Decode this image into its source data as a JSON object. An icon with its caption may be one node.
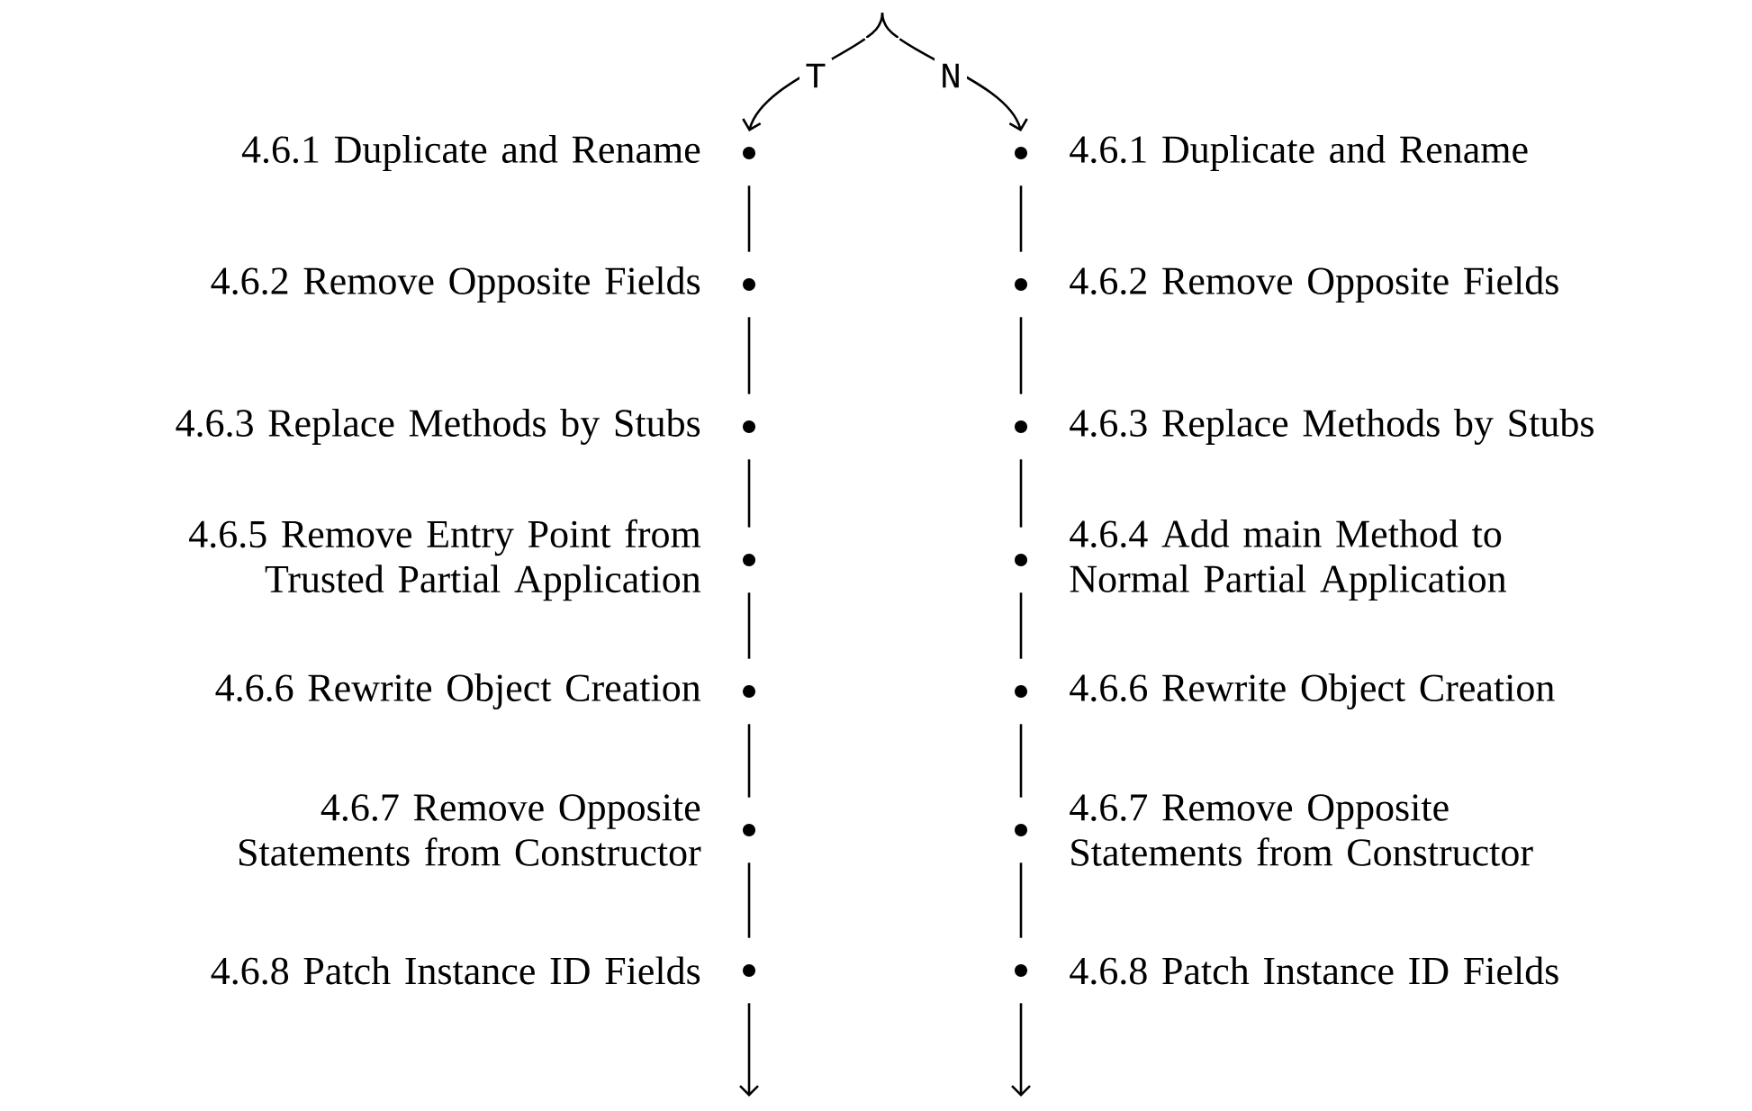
{
  "diagram": {
    "nodes": [
      {
        "text": [],
        "shape": "point"
      },
      {
        "text": [],
        "shape": "circle",
        "beside": [
          "4.6.1 Duplicate and Rename"
        ]
      },
      {
        "text": [],
        "shape": "circle",
        "beside": [
          "4.6.2 Remove Opposite Fields"
        ]
      },
      {
        "text": [],
        "shape": "circle",
        "beside": [
          "4.6.3 Replace Methods by Stubs"
        ]
      },
      {
        "text": [],
        "shape": "circle",
        "beside": [
          "4.6.5 Remove Entry Point from Trusted Partial Application"
        ]
      },
      {
        "text": [],
        "shape": "circle",
        "beside": [
          "4.6.6 Rewrite Object Creation"
        ]
      },
      {
        "text": [],
        "shape": "circle",
        "beside": [
          "4.6.7 Remove Opposite Statements from Constructor"
        ]
      },
      {
        "text": [],
        "shape": "circle",
        "beside": [
          "4.6.8 Patch Instance ID Fields"
        ]
      },
      {
        "text": [],
        "shape": "circle",
        "beside": [
          "4.6.1 Duplicate and Rename"
        ]
      },
      {
        "text": [],
        "shape": "circle",
        "beside": [
          "4.6.2 Remove Opposite Fields"
        ]
      },
      {
        "text": [],
        "shape": "circle",
        "beside": [
          "4.6.3 Replace Methods by Stubs"
        ]
      },
      {
        "text": [],
        "shape": "circle",
        "beside": [
          "4.6.4 Add main Method to Normal Partial Application"
        ]
      },
      {
        "text": [],
        "shape": "circle",
        "beside": [
          "4.6.6 Rewrite Object Creation"
        ]
      },
      {
        "text": [],
        "shape": "circle",
        "beside": [
          "4.6.7 Remove Opposite Statements from Constructor"
        ]
      },
      {
        "text": [],
        "shape": "circle",
        "beside": [
          "4.6.8 Patch Instance ID Fields"
        ]
      }
    ],
    "edges": [
      {
        "from": 0,
        "to": 1,
        "arrow": "to",
        "label": "T"
      },
      {
        "from": 0,
        "to": 8,
        "arrow": "to",
        "label": "N"
      },
      {
        "from": 1,
        "to": 2,
        "arrow": "none"
      },
      {
        "from": 2,
        "to": 3,
        "arrow": "none"
      },
      {
        "from": 3,
        "to": 4,
        "arrow": "none"
      },
      {
        "from": 4,
        "to": 5,
        "arrow": "none"
      },
      {
        "from": 5,
        "to": 6,
        "arrow": "none"
      },
      {
        "from": 6,
        "to": 7,
        "arrow": "none"
      },
      {
        "from": 7,
        "to": null,
        "arrow": "to"
      },
      {
        "from": 8,
        "to": 9,
        "arrow": "none"
      },
      {
        "from": 9,
        "to": 10,
        "arrow": "none"
      },
      {
        "from": 10,
        "to": 11,
        "arrow": "none"
      },
      {
        "from": 11,
        "to": 12,
        "arrow": "none"
      },
      {
        "from": 12,
        "to": 13,
        "arrow": "none"
      },
      {
        "from": 13,
        "to": 14,
        "arrow": "none"
      },
      {
        "from": 14,
        "to": null,
        "arrow": "to"
      }
    ]
  }
}
